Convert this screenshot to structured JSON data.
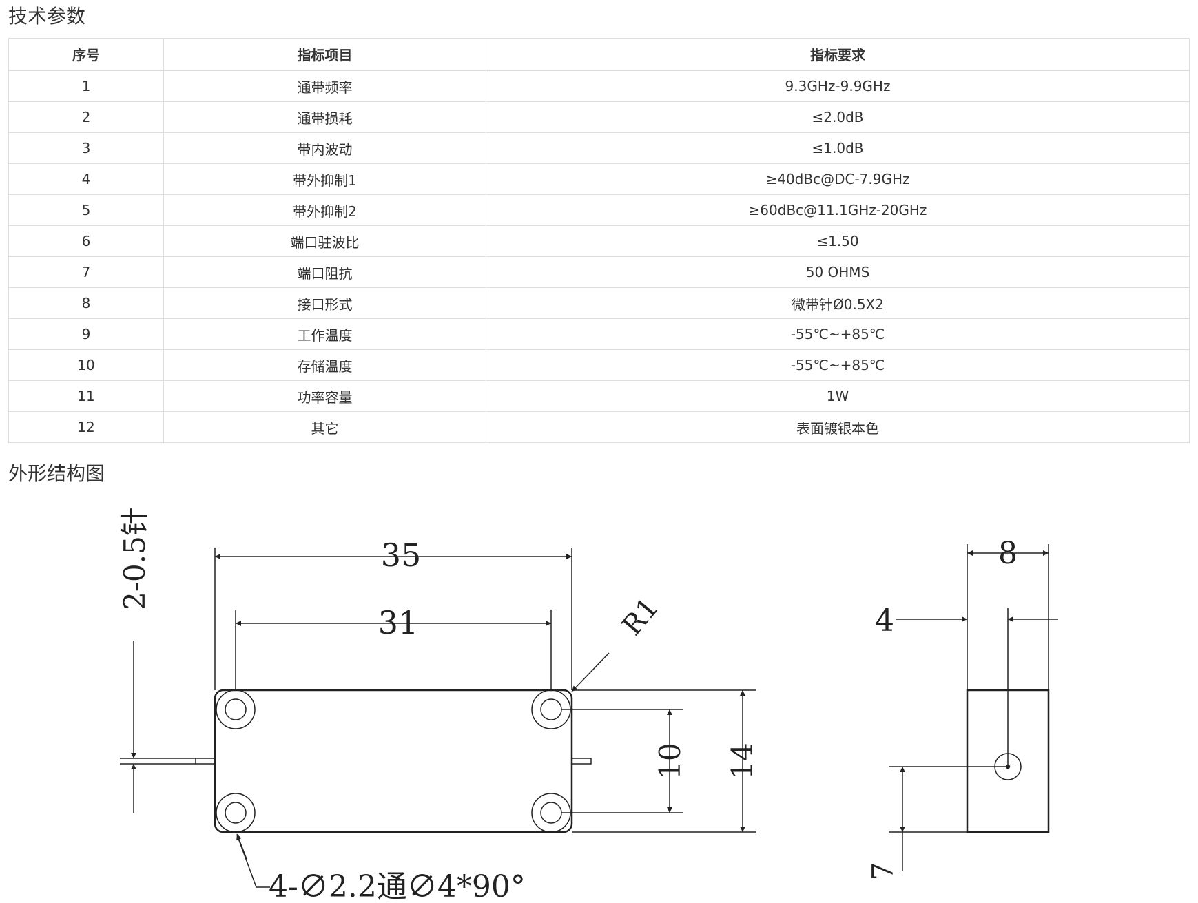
{
  "section_titles": {
    "tech": "技术参数",
    "outline": "外形结构图"
  },
  "table": {
    "headers": [
      "序号",
      "指标项目",
      "指标要求"
    ],
    "rows": [
      [
        "1",
        "通带频率",
        "9.3GHz-9.9GHz"
      ],
      [
        "2",
        "通带损耗",
        "≤2.0dB"
      ],
      [
        "3",
        "带内波动",
        "≤1.0dB"
      ],
      [
        "4",
        "带外抑制1",
        "≥40dBc@DC-7.9GHz"
      ],
      [
        "5",
        "带外抑制2",
        "≥60dBc@11.1GHz-20GHz"
      ],
      [
        "6",
        "端口驻波比",
        "≤1.50"
      ],
      [
        "7",
        "端口阻抗",
        "50 OHMS"
      ],
      [
        "8",
        "接口形式",
        "微带针Ø0.5X2"
      ],
      [
        "9",
        "工作温度",
        "-55℃~+85℃"
      ],
      [
        "10",
        "存储温度",
        "-55℃~+85℃"
      ],
      [
        "11",
        "功率容量",
        "1W"
      ],
      [
        "12",
        "其它",
        "表面镀银本色"
      ]
    ]
  },
  "drawing": {
    "dim_length": "35",
    "dim_hole_spacing_x": "31",
    "dim_radius": "R1",
    "dim_pin": "2-0.5针",
    "dim_hole_spacing_y": "10",
    "dim_height": "14",
    "dim_holes": "4-∅2.2通∅4*90°",
    "dim_thickness": "8",
    "dim_pin_offset": "4",
    "dim_pin_height": "7"
  }
}
